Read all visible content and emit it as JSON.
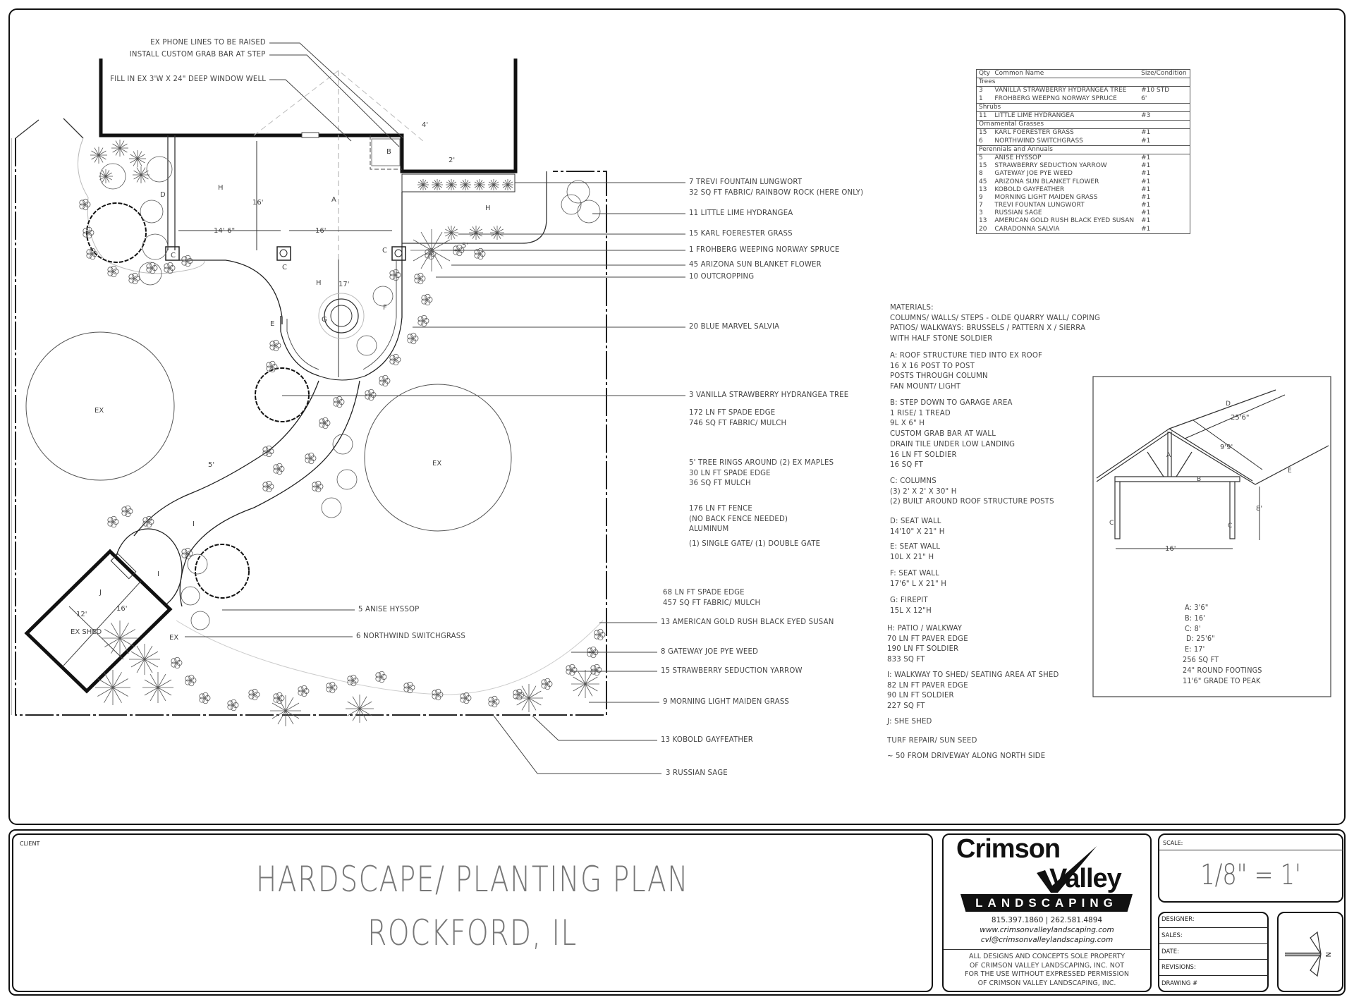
{
  "plan_callouts_left": [
    "EX PHONE LINES TO BE RAISED",
    "INSTALL CUSTOM GRAB BAR AT STEP",
    "FILL IN EX 3'W X 24\" DEEP WINDOW WELL"
  ],
  "plan_callouts_right": [
    "7 TREVI FOUNTAIN LUNGWORT",
    "32 SQ FT FABRIC/ RAINBOW ROCK (HERE ONLY)",
    "11 LITTLE LIME HYDRANGEA",
    "15 KARL FOERESTER GRASS",
    "1 FROHBERG WEEPING NORWAY SPRUCE",
    "45 ARIZONA SUN BLANKET FLOWER",
    "10 OUTCROPPING",
    "20 BLUE MARVEL SALVIA",
    "3 VANILLA STRAWBERRY HYDRANGEA TREE",
    "13 AMERICAN GOLD RUSH BLACK EYED SUSAN",
    "8 GATEWAY JOE PYE WEED",
    "15 STRAWBERRY SEDUCTION YARROW",
    "9 MORNING LIGHT MAIDEN GRASS",
    "13 KOBOLD GAYFEATHER",
    "3 RUSSIAN SAGE"
  ],
  "plan_callouts_inner": [
    "5 ANISE HYSSOP",
    "6 NORTHWIND SWITCHGRASS"
  ],
  "quantity_notes": [
    [
      "172 LN FT SPADE EDGE",
      "746 SQ FT FABRIC/ MULCH"
    ],
    [
      "5' TREE RINGS AROUND (2) EX MAPLES",
      "30 LN FT SPADE EDGE",
      "36 SQ FT MULCH"
    ],
    [
      "176 LN FT FENCE",
      "(NO BACK FENCE NEEDED)",
      "ALUMINUM"
    ],
    [
      "(1) SINGLE GATE/ (1) DOUBLE GATE"
    ],
    [
      "68 LN FT SPADE EDGE",
      "457 SQ FT FABRIC/ MULCH"
    ]
  ],
  "plan_marks": {
    "A": "A",
    "B": "B",
    "C": "C",
    "D": "D",
    "E": "E",
    "F": "F",
    "G": "G",
    "H": "H",
    "I": "I",
    "J": "J",
    "EX": "EX",
    "ex_shed": "EX SHED",
    "dim_16": "16'",
    "dim_14_6": "14'-6\"",
    "dim_17": "17'",
    "dim_5": "5'",
    "dim_4": "4'",
    "dim_2": "2'",
    "dim_12": "12'"
  },
  "materials": [
    [
      "MATERIALS:",
      "COLUMNS/ WALLS/ STEPS - OLDE QUARRY WALL/ COPING",
      "PATIOS/ WALKWAYS: BRUSSELS / PATTERN X / SIERRA",
      "WITH HALF STONE SOLDIER"
    ],
    [
      "A: ROOF STRUCTURE TIED INTO EX ROOF",
      "16 X 16  POST TO POST",
      "POSTS THROUGH COLUMN",
      "FAN MOUNT/ LIGHT"
    ],
    [
      "B: STEP DOWN TO GARAGE AREA",
      "1 RISE/ 1 TREAD",
      "9L X 6\" H",
      "CUSTOM GRAB BAR AT WALL",
      "DRAIN TILE UNDER LOW LANDING",
      "16 LN FT SOLDIER",
      "16 SQ FT"
    ],
    [
      "C: COLUMNS",
      "(3) 2' X 2' X 30\" H",
      "(2) BUILT AROUND ROOF STRUCTURE POSTS"
    ],
    [
      "D: SEAT WALL",
      "14'10\" X 21\" H"
    ],
    [
      "E: SEAT WALL",
      "10L X 21\" H"
    ],
    [
      "F: SEAT WALL",
      "17'6\" L X 21\" H"
    ],
    [
      "G: FIREPIT",
      "15L X 12\"H"
    ],
    [
      "H: PATIO / WALKWAY",
      "70 LN FT PAVER EDGE",
      "190 LN FT SOLDIER",
      "833 SQ FT"
    ],
    [
      "I: WALKWAY TO SHED/ SEATING AREA AT SHED",
      "82  LN FT PAVER EDGE",
      "90 LN FT SOLDIER",
      "227 SQ FT"
    ],
    [
      "J: SHE SHED"
    ],
    [
      "TURF REPAIR/ SUN SEED"
    ],
    [
      "~ 50 FROM DRIVEWAY ALONG NORTH SIDE"
    ]
  ],
  "plant_schedule": {
    "headers": [
      "Qty",
      "Common Name",
      "Size/Condition"
    ],
    "sections": [
      {
        "name": "Trees",
        "rows": [
          [
            "3",
            "VANILLA STRAWBERRY HYDRANGEA TREE",
            "#10 STD"
          ],
          [
            "1",
            "FROHBERG WEEPNG NORWAY SPRUCE",
            "6'"
          ]
        ]
      },
      {
        "name": "Shrubs",
        "rows": [
          [
            "11",
            "LITTLE LIME HYDRANGEA",
            "#3"
          ]
        ]
      },
      {
        "name": "Ornamental Grasses",
        "rows": [
          [
            "15",
            "KARL FOERESTER GRASS",
            "#1"
          ],
          [
            "6",
            "NORTHWIND SWITCHGRASS",
            "#1"
          ]
        ]
      },
      {
        "name": "Perennials and Annuals",
        "rows": [
          [
            "5",
            "ANISE HYSSOP",
            "#1"
          ],
          [
            "15",
            "STRAWBERRY SEDUCTION YARROW",
            "#1"
          ],
          [
            "8",
            "GATEWAY JOE PYE WEED",
            "#1"
          ],
          [
            "45",
            "ARIZONA SUN BLANKET FLOWER",
            "#1"
          ],
          [
            "13",
            "KOBOLD GAYFEATHER",
            "#1"
          ],
          [
            "9",
            "MORNING LIGHT MAIDEN GRASS",
            "#1"
          ],
          [
            "7",
            "TREVI FOUNTAN LUNGWORT",
            "#1"
          ],
          [
            "3",
            "RUSSIAN SAGE",
            "#1"
          ],
          [
            "13",
            "AMERICAN GOLD RUSH BLACK EYED SUSAN",
            "#1"
          ],
          [
            "20",
            "CARADONNA SALVIA",
            "#1"
          ]
        ]
      }
    ]
  },
  "truss_detail": {
    "labels": {
      "A": "A",
      "B": "B",
      "C": "C",
      "D": "D",
      "E": "E",
      "dim_length": "25'6\"",
      "dim_slope": "9'9'",
      "dim_height": "8'",
      "dim_width": "16'"
    },
    "notes": [
      "A: 3'6\"",
      "B: 16'",
      "C: 8'",
      "D: 25'6\"",
      "E: 17'",
      "256 SQ FT",
      "24\" ROUND FOOTINGS",
      "11'6\" GRADE TO PEAK"
    ]
  },
  "title_block": {
    "client_label": "CLIENT",
    "title": "HARDSCAPE/ PLANTING PLAN",
    "location": "ROCKFORD, IL",
    "logo": {
      "line1": "Crimson",
      "line2": "Valley",
      "banner": "LANDSCAPING"
    },
    "phones": "815.397.1860 | 262.581.4894",
    "website": "www.crimsonvalleylandscaping.com",
    "email": "cvl@crimsonvalleylandscaping.com",
    "disclaimer": [
      "ALL DESIGNS AND CONCEPTS SOLE PROPERTY",
      "OF CRIMSON VALLEY LANDSCAPING, INC. NOT",
      "FOR THE USE WITHOUT EXPRESSED PERMISSION",
      "OF CRIMSON VALLEY LANDSCAPING, INC."
    ],
    "scale_label": "SCALE:",
    "scale_value": "1/8\" = 1'",
    "fields": [
      "DESIGNER:",
      "SALES:",
      "DATE:",
      "REVISIONS:",
      "DRAWING #"
    ],
    "north": "N"
  }
}
